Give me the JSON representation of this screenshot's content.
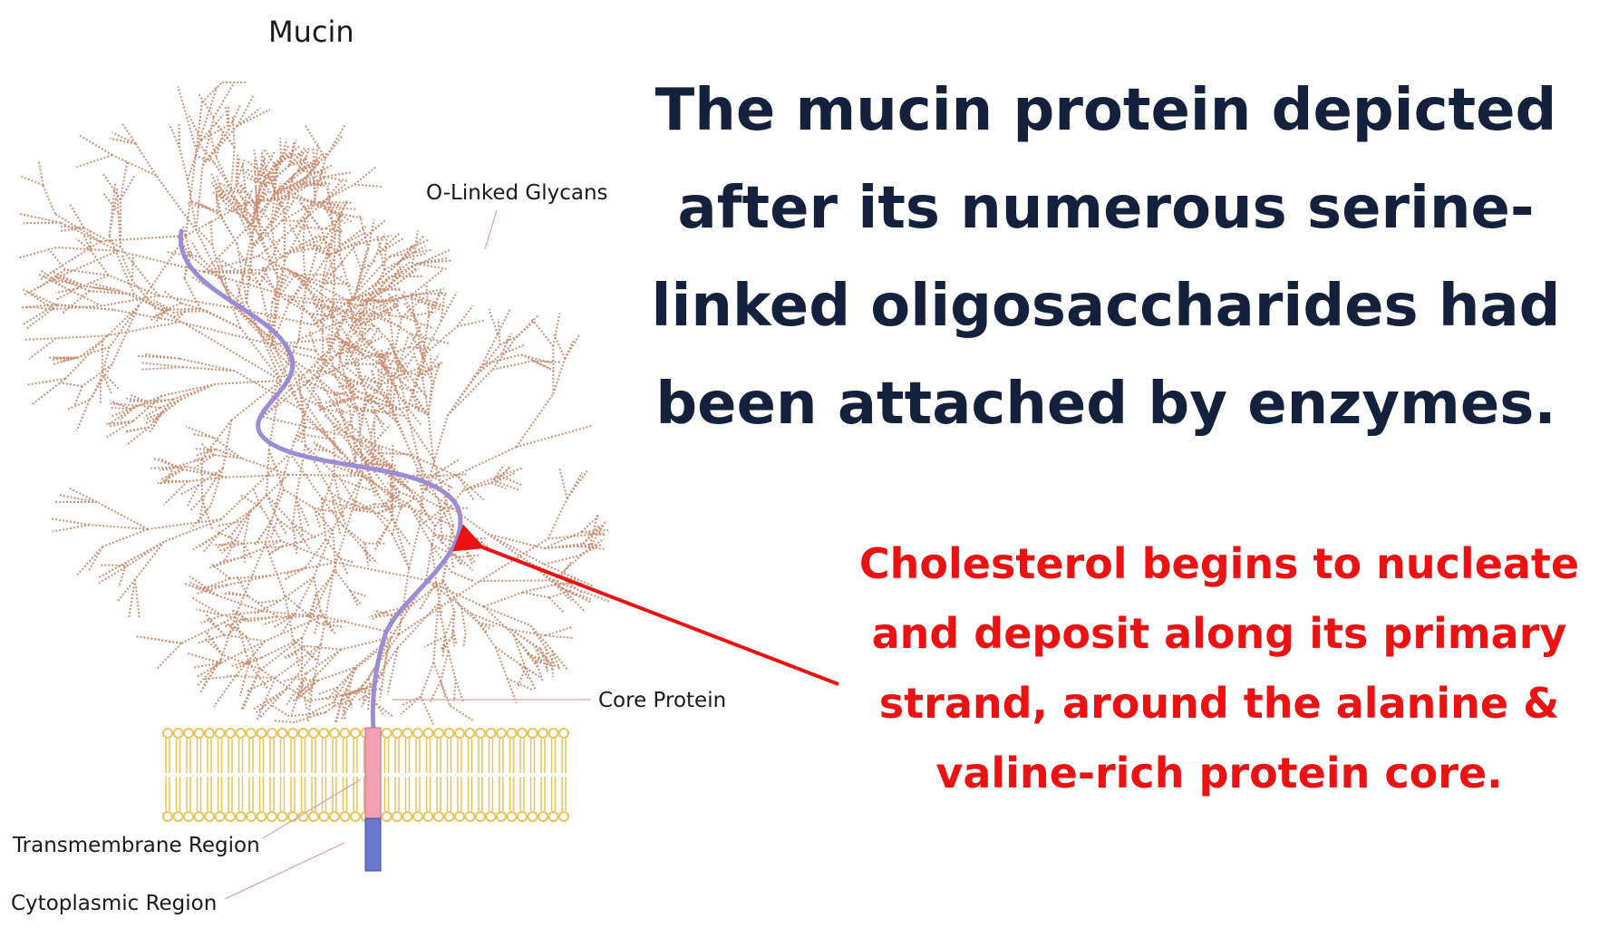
{
  "diagram": {
    "title": "Mucin",
    "labels": {
      "glycans": "O-Linked Glycans",
      "core_protein": "Core Protein",
      "transmembrane": "Transmembrane Region",
      "cytoplasmic": "Cytoplasmic Region"
    }
  },
  "headline": {
    "lines": [
      "The mucin protein depicted",
      "after its numerous serine-",
      "linked oligosaccharides had",
      "been attached by enzymes."
    ]
  },
  "callout": {
    "lines": [
      "Cholesterol begins to nucleate",
      "and deposit along its primary",
      "strand, around the alanine &",
      "valine-rich protein core."
    ]
  },
  "colors": {
    "headline_text": "#14213d",
    "callout_text": "#ee1111",
    "glycan": "#cc9076",
    "protein_strand": "#9b8cd6",
    "membrane_lipid": "#e8c35a",
    "transmembrane_segment": "#f2a0b4",
    "cytoplasmic_segment": "#6a78d0",
    "arrow": "#ee1111"
  }
}
